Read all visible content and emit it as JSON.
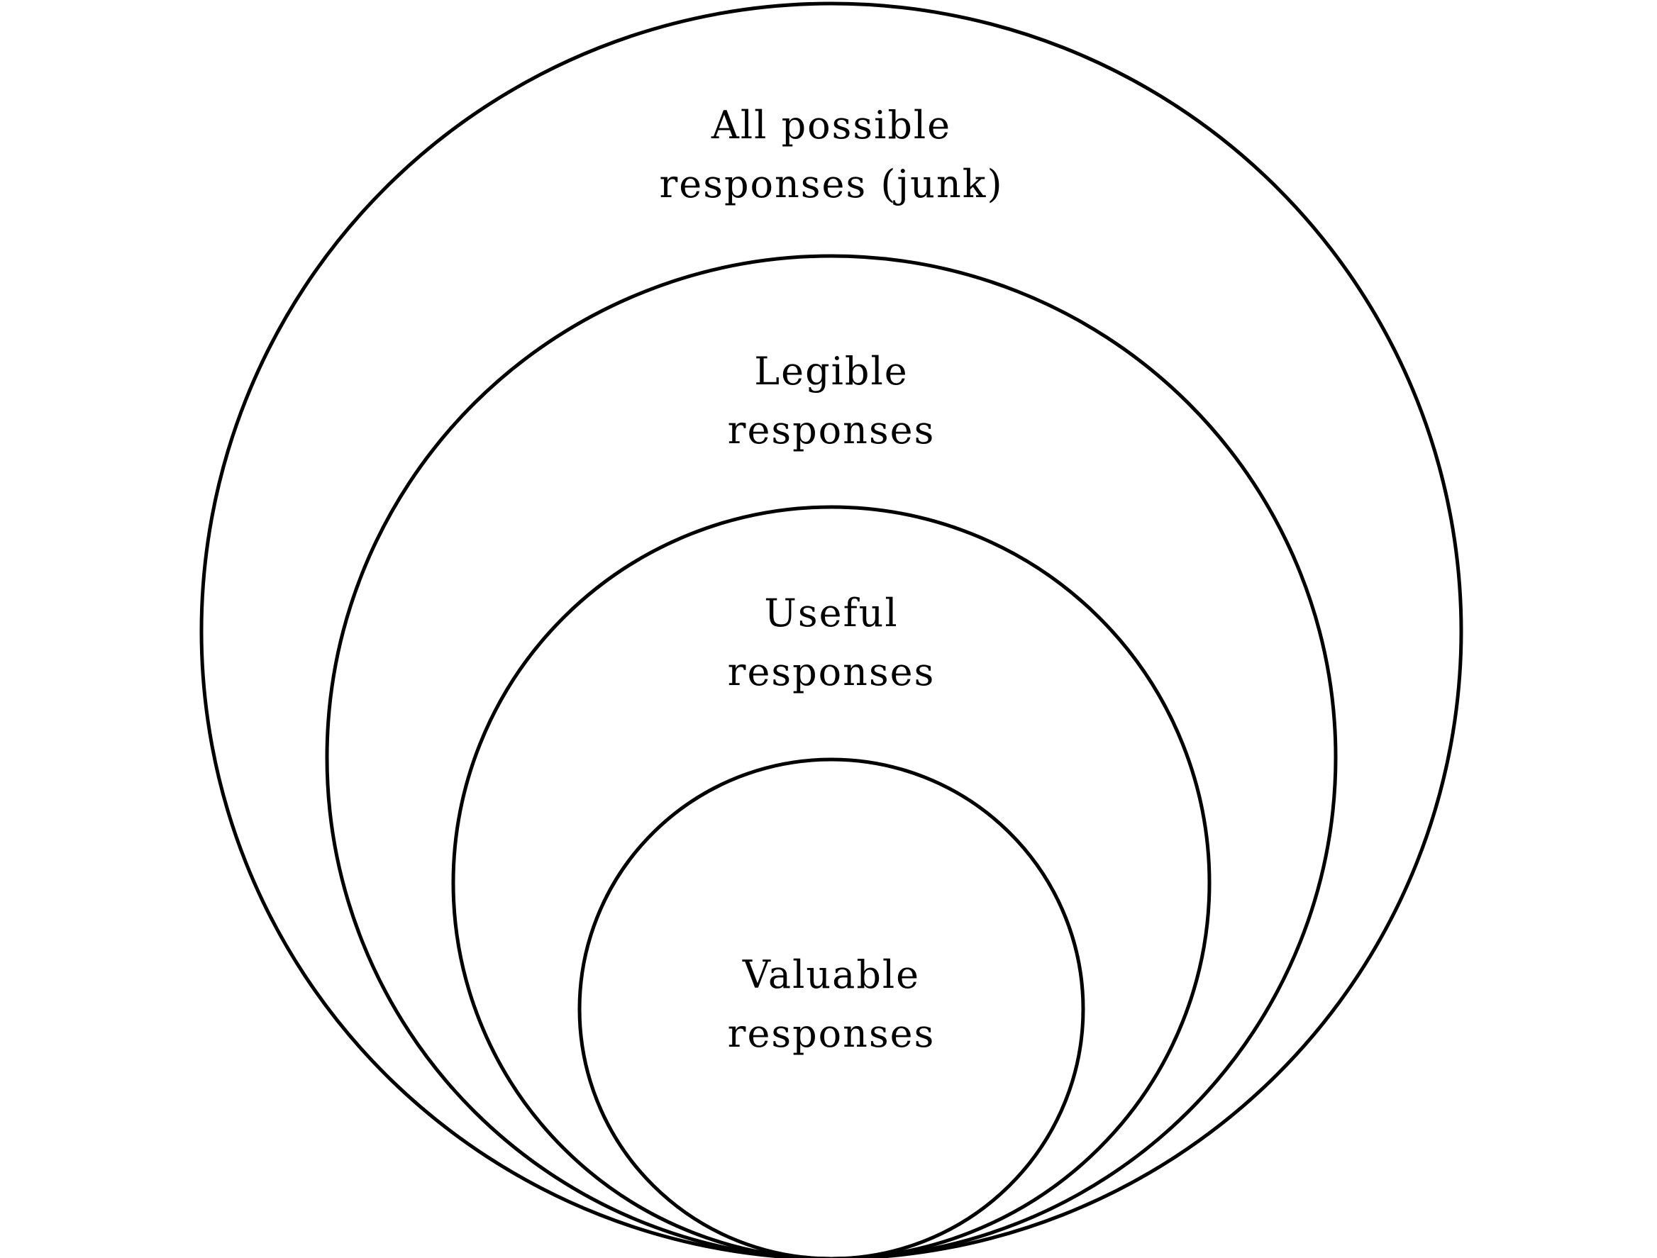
{
  "colors": {
    "stroke": "#000000",
    "background": "#ffffff"
  },
  "diagram": {
    "type": "nested-circles",
    "levels": [
      {
        "line1": "All possible",
        "line2": "responses (junk)"
      },
      {
        "line1": "Legible",
        "line2": "responses"
      },
      {
        "line1": "Useful",
        "line2": "responses"
      },
      {
        "line1": "Valuable",
        "line2": "responses"
      }
    ]
  }
}
